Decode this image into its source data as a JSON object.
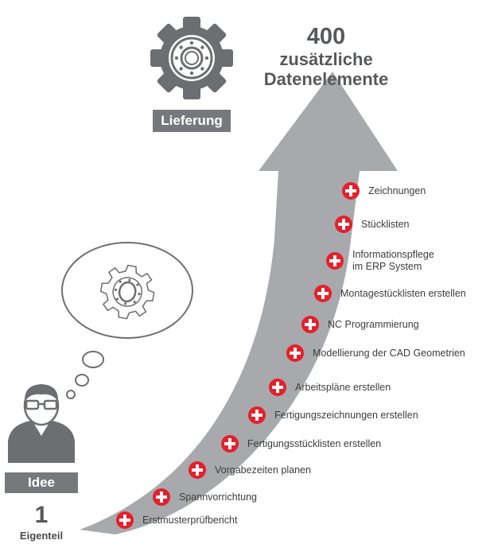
{
  "top": {
    "count": "400",
    "line1": "zusätzliche",
    "line2": "Datenelemente",
    "label": "Lieferung"
  },
  "bottom": {
    "label": "Idee",
    "count": "1",
    "unit": "Eigenteil"
  },
  "items": [
    {
      "text": "Zeichnungen"
    },
    {
      "text": "Stücklisten"
    },
    {
      "line1": "Informationspflege",
      "line2": "im ERP System"
    },
    {
      "text": "Montagestücklisten erstellen"
    },
    {
      "text": "NC Programmierung"
    },
    {
      "text": "Modellierung der CAD Geometrien"
    },
    {
      "text": "Arbeitspläne erstellen"
    },
    {
      "text": "Fertigungszeichnungen erstellen"
    },
    {
      "text": "Fertigungsstücklisten erstellen"
    },
    {
      "text": "Vorgabezeiten planen"
    },
    {
      "text": "Spannvorrichtung"
    },
    {
      "text": "Erstmusterprüfbericht"
    }
  ],
  "colors": {
    "arrow": "#a7a9ac",
    "box": "#77787b",
    "plus": "#e4202b",
    "icon": "#6d6e71"
  },
  "icons": [
    "gear-icon",
    "person-icon",
    "thought-bubble-icon",
    "plus-icon"
  ]
}
